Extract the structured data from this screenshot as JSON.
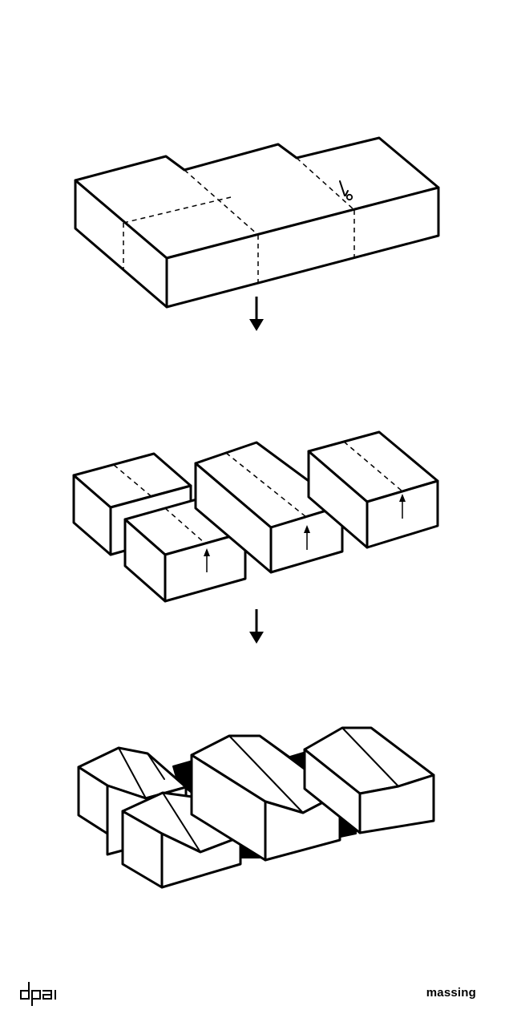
{
  "caption": "massing",
  "logo_text": "dpai",
  "stages": [
    {
      "name": "initial-volume",
      "tool": "scissors-icon"
    },
    {
      "name": "split-volumes",
      "lift_markers": 3
    },
    {
      "name": "gabled-houses"
    }
  ],
  "transition_arrows": 2
}
